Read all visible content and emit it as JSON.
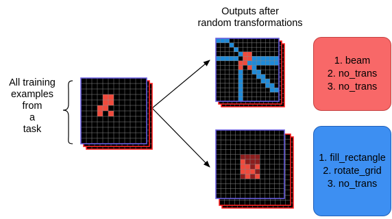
{
  "left_label": [
    "All training",
    "examples",
    "from",
    "a",
    "task"
  ],
  "top_caption": [
    "Outputs after",
    "random transformations"
  ],
  "box1": {
    "lines": [
      "1. beam",
      "2. no_trans",
      "3. no_trans"
    ],
    "fill": "#f86868",
    "stroke": "#c44040"
  },
  "box2": {
    "lines": [
      "1. fill_rectangle",
      "2. rotate_grid",
      "3. no_trans"
    ],
    "fill": "#3d8ff2",
    "stroke": "#1f5fb8"
  },
  "colors": {
    "grid_bg": "#000000",
    "grid_line": "#8a8a8a",
    "cell_red": "#f04a3c",
    "cell_dark_red": "#8b1d1d",
    "cell_blue": "#1f8ad8",
    "back_border_red": "#ff2020",
    "back_border_blue": "#6a5fe0"
  }
}
